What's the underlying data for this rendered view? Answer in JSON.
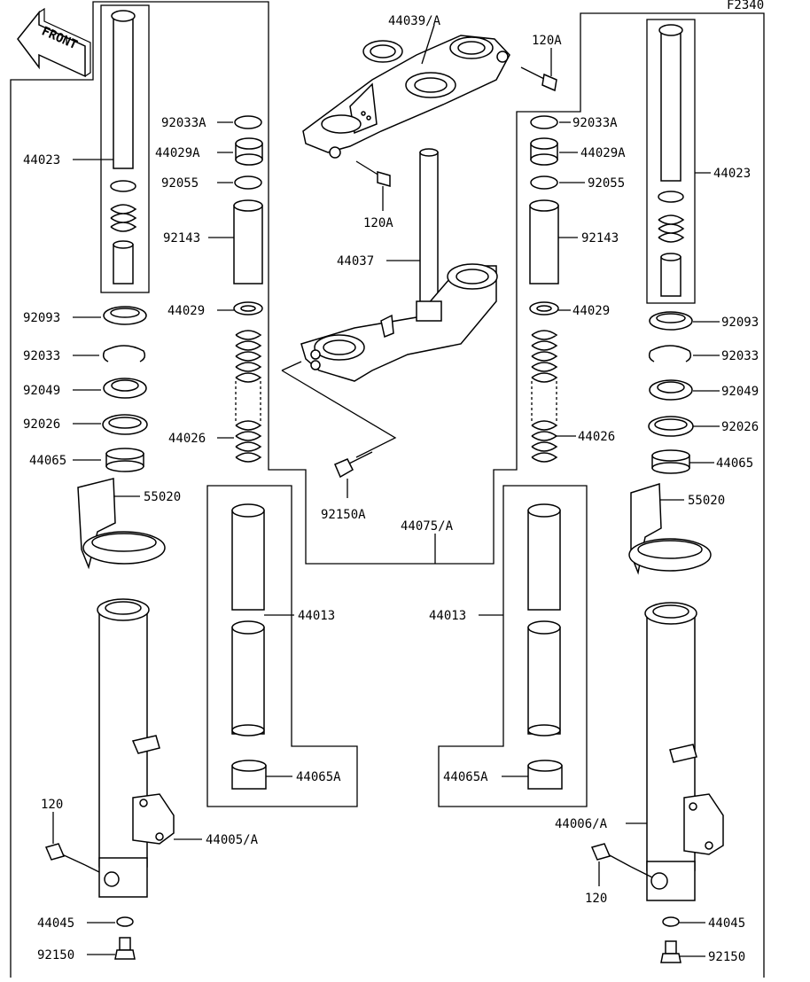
{
  "diagram_code": "F2340",
  "front_label": "FRONT",
  "labels": {
    "top_bracket": "44039/A",
    "bolt_120a_top": "120A",
    "bolt_120a_mid": "120A",
    "stem": "44037",
    "bolt_92150a": "92150A",
    "group_44075": "44075/A",
    "inner_tube_left": "44023",
    "inner_tube_right": "44023",
    "ring_92033a_left": "92033A",
    "ring_92033a_right": "92033A",
    "cap_44029a_left": "44029A",
    "cap_44029a_right": "44029A",
    "oring_92055_left": "92055",
    "oring_92055_right": "92055",
    "collar_92143_left": "92143",
    "collar_92143_right": "92143",
    "washer_44029_left": "44029",
    "washer_44029_right": "44029",
    "seal_92093_left": "92093",
    "seal_92093_right": "92093",
    "clip_92033_left": "92033",
    "clip_92033_right": "92033",
    "seal_92049_left": "92049",
    "seal_92049_right": "92049",
    "washer_92026_left": "92026",
    "washer_92026_right": "92026",
    "bush_44065_left": "44065",
    "bush_44065_right": "44065",
    "spring_44026_left": "44026",
    "spring_44026_right": "44026",
    "guard_55020_left": "55020",
    "guard_55020_right": "55020",
    "cylinder_44013_left": "44013",
    "cylinder_44013_right": "44013",
    "bush_44065a_left": "44065A",
    "bush_44065a_right": "44065A",
    "outer_tube_left": "44005/A",
    "outer_tube_right": "44006/A",
    "bolt_120_left": "120",
    "bolt_120_right": "120",
    "washer_44045_left": "44045",
    "washer_44045_right": "44045",
    "bolt_92150_left": "92150",
    "bolt_92150_right": "92150"
  }
}
